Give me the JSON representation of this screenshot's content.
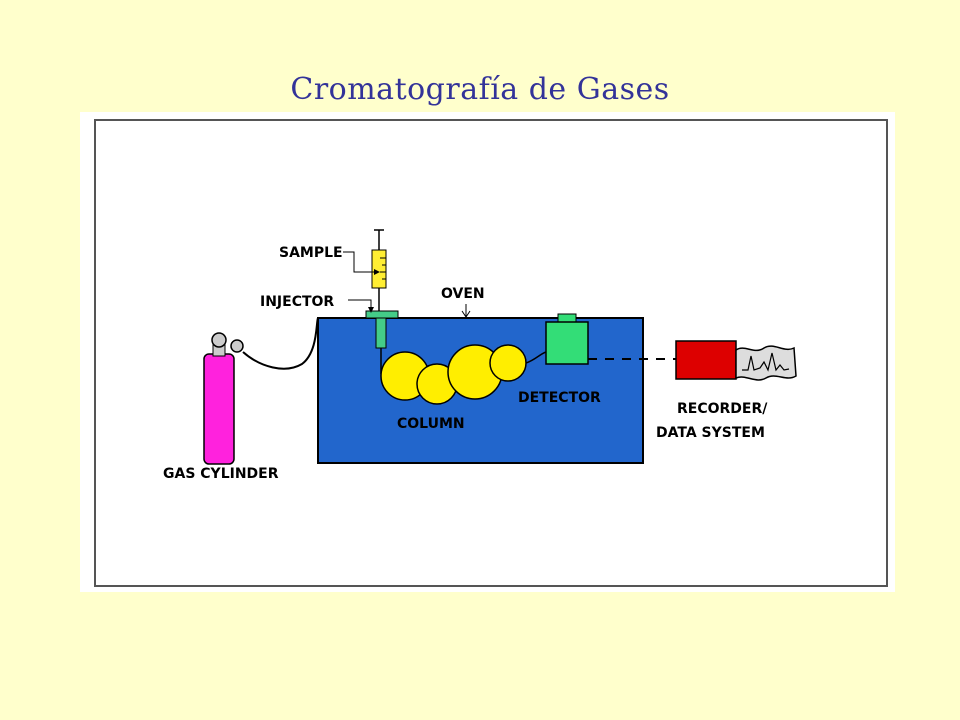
{
  "slide": {
    "title": "Cromatografía de Gases"
  },
  "diagram": {
    "labels": {
      "sample": "SAMPLE",
      "injector": "INJECTOR",
      "oven": "OVEN",
      "column": "COLUMN",
      "detector": "DETECTOR",
      "recorder_line1": "RECORDER/",
      "recorder_line2": "DATA SYSTEM",
      "gas_cylinder": "GAS CYLINDER"
    },
    "colors": {
      "background": "#FFFFCC",
      "title": "#333399",
      "oven": "#2266CC",
      "column": "#FFEE00",
      "detector": "#33DD77",
      "injector": "#44CC88",
      "syringe": "#FFEE33",
      "gas_cylinder": "#FF22DD",
      "recorder": "#DD0000"
    }
  }
}
